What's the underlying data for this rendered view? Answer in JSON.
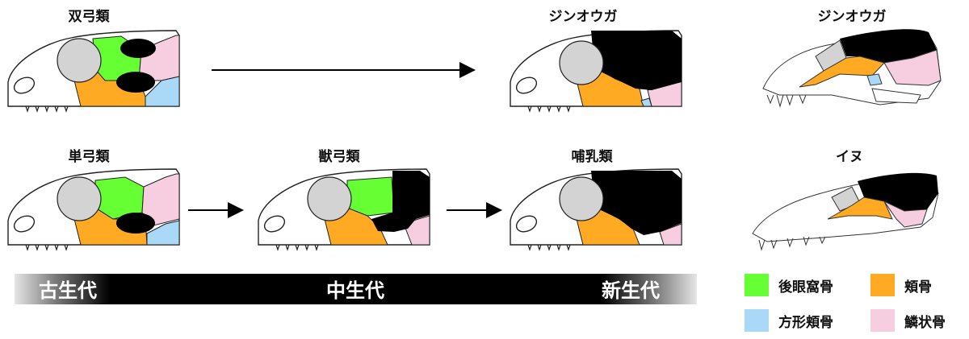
{
  "labels": {
    "diapsid": "双弓類",
    "diapsid_result": "ジンオウガ",
    "real_jinouga": "ジンオウガ",
    "synapsid": "単弓類",
    "therapsid": "獣弓類",
    "mammal": "哺乳類",
    "dog": "イヌ"
  },
  "eras": {
    "paleozoic": "古生代",
    "mesozoic": "中生代",
    "cenozoic": "新生代"
  },
  "legend": [
    {
      "label": "後眼窩骨",
      "color": "#66ff33"
    },
    {
      "label": "頬骨",
      "color": "#ffaa22"
    },
    {
      "label": "方形頬骨",
      "color": "#aad8f7"
    },
    {
      "label": "鱗状骨",
      "color": "#f7cde0"
    }
  ],
  "colors": {
    "postorbital": "#66ff33",
    "jugal": "#ffaa22",
    "quadratojugal": "#aad8f7",
    "squamosal": "#f7cde0",
    "orbit": "#d3d3d3",
    "fenestra": "#000000"
  }
}
